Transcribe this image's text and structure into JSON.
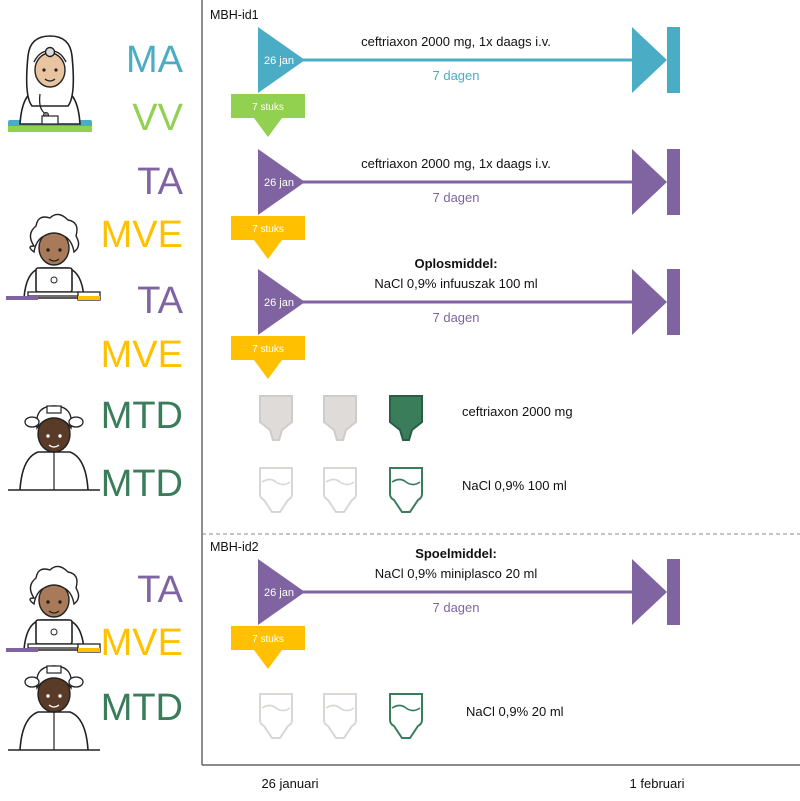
{
  "colors": {
    "MA": "#4bacc6",
    "VV": "#92d050",
    "TA": "#8064a2",
    "MVE": "#ffc000",
    "MTD": "#3a7d5a",
    "ghost": "#d9d6d4",
    "divider": "#888888",
    "axis": "#444444",
    "text": "#111111"
  },
  "roles": {
    "ma": "MA",
    "vv": "VV",
    "ta": "TA",
    "mve": "MVE",
    "mtd": "MTD"
  },
  "sections": [
    {
      "id": "MBH-id1"
    },
    {
      "id": "MBH-id2"
    }
  ],
  "bars": {
    "ma": {
      "start": "26 jan",
      "title": "",
      "label": "ceftriaxon 2000 mg, 1x daags i.v.",
      "duration": "7 dagen",
      "color": "MA"
    },
    "ta1": {
      "start": "26 jan",
      "title": "",
      "label": "ceftriaxon 2000 mg, 1x daags i.v.",
      "duration": "7 dagen",
      "color": "TA"
    },
    "ta2": {
      "start": "26 jan",
      "title": "Oplosmiddel:",
      "label": "NaCl 0,9% infuuszak 100 ml",
      "duration": "7 dagen",
      "color": "TA"
    },
    "ta3": {
      "start": "26 jan",
      "title": "Spoelmiddel:",
      "label": "NaCl 0,9% miniplasco 20 ml",
      "duration": "7 dagen",
      "color": "TA"
    }
  },
  "flags": {
    "vv": "7 stuks",
    "mve1": "7 stuks",
    "mve2": "7 stuks",
    "mve3": "7 stuks"
  },
  "dispense": {
    "ceftriaxon": "ceftriaxon 2000 mg",
    "nacl100": "NaCl 0,9% 100 ml",
    "nacl20": "NaCl 0,9% 20 ml"
  },
  "axis": {
    "start": "26 januari",
    "end": "1 februari"
  },
  "icons": {
    "doctor": "doctor-avatar-icon",
    "pharmacist": "pharmacist-laptop-avatar-icon",
    "technician": "technician-avatar-icon",
    "filled_marker": "dispense-marker-filled-icon",
    "ghost_marker": "dispense-marker-ghost-icon",
    "bag": "infusion-bag-icon"
  }
}
